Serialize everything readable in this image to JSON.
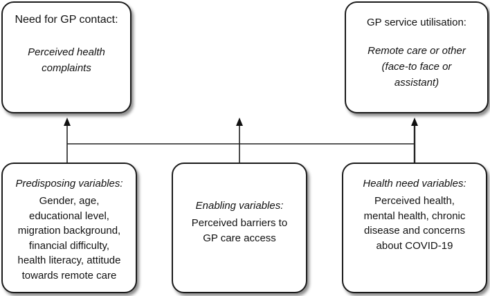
{
  "need": {
    "title": "Need for GP contact:",
    "body": "Perceived health complaints",
    "lines": [
      "Perceived health",
      "complaints"
    ]
  },
  "utilisation": {
    "title": "GP service utilisation:",
    "lines": [
      "Remote care or other",
      "(face-to face or",
      "assistant)"
    ]
  },
  "predisposing": {
    "title": "Predisposing variables:",
    "lines": [
      "Gender, age,",
      "educational level,",
      "migration background,",
      "financial difficulty,",
      "health literacy, attitude",
      "towards remote care"
    ]
  },
  "enabling": {
    "title": "Enabling variables:",
    "lines": [
      "Perceived barriers to",
      "GP care access"
    ]
  },
  "health_need": {
    "title": "Health need variables:",
    "lines": [
      "Perceived health,",
      "mental health, chronic",
      "disease and concerns",
      "about COVID-19"
    ]
  }
}
